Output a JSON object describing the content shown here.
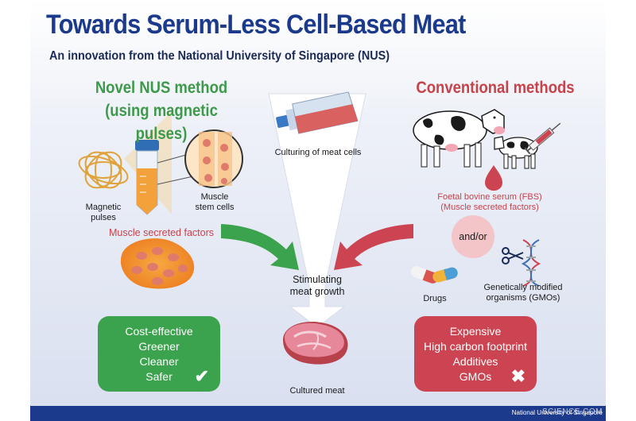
{
  "header": {
    "title": "Towards Serum-Less Cell-Based Meat",
    "subtitle": "An innovation from the National University of Singapore (NUS)"
  },
  "novel": {
    "heading_line1": "Novel NUS method",
    "heading_line2": "(using magnetic pulses)",
    "magnetic_pulses_line1": "Magnetic",
    "magnetic_pulses_line2": "pulses",
    "stem_cells_line1": "Muscle",
    "stem_cells_line2": "stem cells",
    "secreted_factors": "Muscle secreted factors",
    "benefits": [
      "Cost-effective",
      "Greener",
      "Cleaner",
      "Safer"
    ],
    "benefits_icon": "check-icon"
  },
  "center": {
    "culturing": "Culturing of meat cells",
    "stimulating_line1": "Stimulating",
    "stimulating_line2": "meat growth",
    "cultured": "Cultured meat"
  },
  "conventional": {
    "heading": "Conventional methods",
    "fbs_line1": "Foetal bovine serum (FBS)",
    "fbs_line2": "(Muscle secreted factors)",
    "andor": "and/or",
    "drugs": "Drugs",
    "gmo_line1": "Genetically modified",
    "gmo_line2": "organisms (GMOs)",
    "drawbacks": [
      "Expensive",
      "High carbon footprint",
      "Additives",
      "GMOs"
    ],
    "drawbacks_icon": "cross-icon"
  },
  "footer": {
    "credit": "National University of Singapore",
    "watermark": "SCIENCE.COM"
  },
  "colors": {
    "title_blue": "#1b3a8c",
    "green": "#3ba24e",
    "red": "#cc4451"
  }
}
